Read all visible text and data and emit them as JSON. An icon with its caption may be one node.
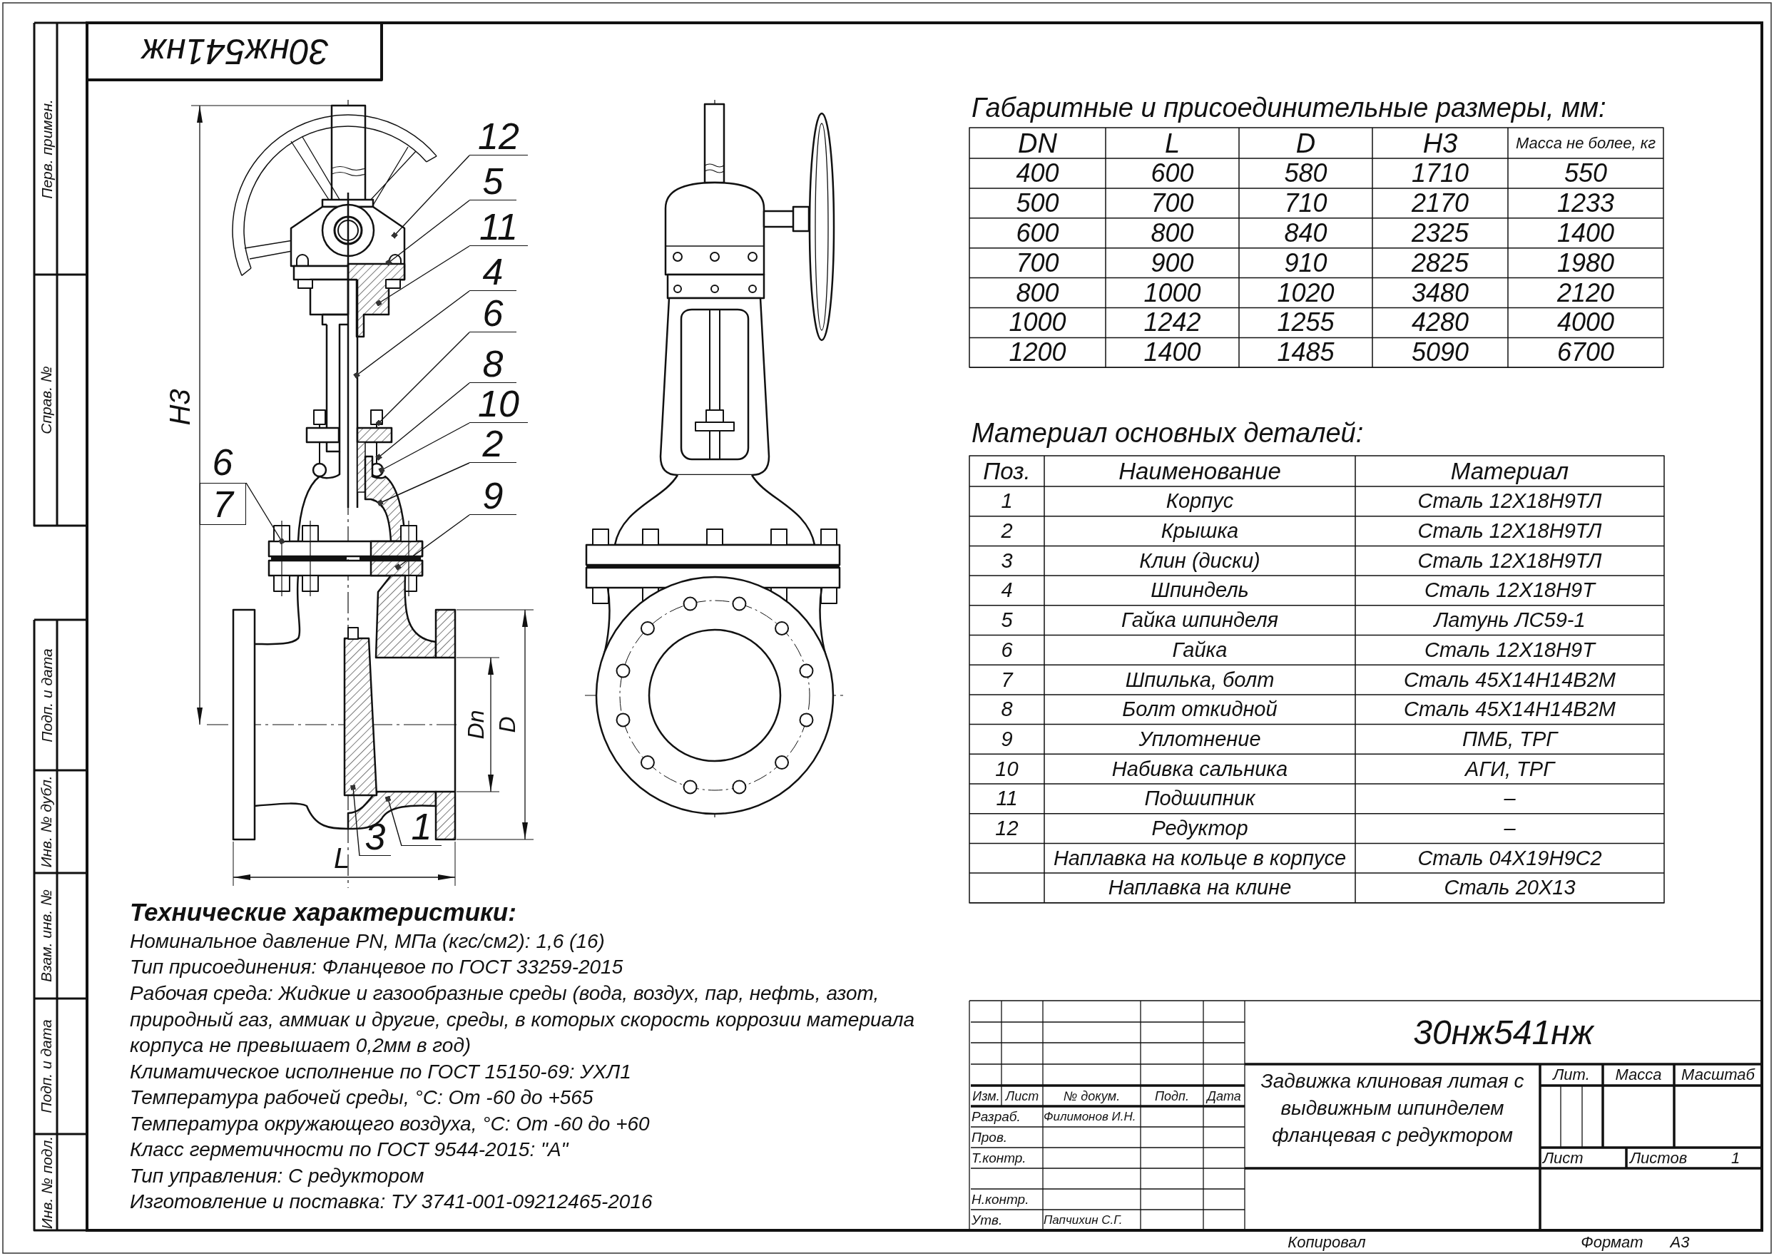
{
  "diagram": {
    "nodes": [
      {
        "text": [
          "12"
        ]
      },
      {
        "text": [
          "5"
        ]
      },
      {
        "text": [
          "11"
        ]
      },
      {
        "text": [
          "4"
        ]
      },
      {
        "text": [
          "6"
        ]
      },
      {
        "text": [
          "8"
        ]
      },
      {
        "text": [
          "10"
        ]
      },
      {
        "text": [
          "2"
        ]
      },
      {
        "text": [
          "9"
        ]
      },
      {
        "text": [
          "7"
        ]
      },
      {
        "text": [
          "3"
        ]
      },
      {
        "text": [
          "1"
        ]
      }
    ],
    "edges": [
      {
        "from": 0,
        "to": null,
        "arrow": "other"
      },
      {
        "from": 1,
        "to": null,
        "arrow": "other"
      },
      {
        "from": 2,
        "to": null,
        "arrow": "other"
      },
      {
        "from": 3,
        "to": null,
        "arrow": "other"
      },
      {
        "from": 4,
        "to": null,
        "arrow": "other"
      },
      {
        "from": 5,
        "to": null,
        "arrow": "other"
      },
      {
        "from": 6,
        "to": null,
        "arrow": "other"
      },
      {
        "from": 7,
        "to": null,
        "arrow": "other"
      },
      {
        "from": 8,
        "to": null,
        "arrow": "other"
      },
      {
        "from": 9,
        "to": null,
        "arrow": "other"
      },
      {
        "from": 10,
        "to": null,
        "arrow": "other"
      },
      {
        "from": 11,
        "to": null,
        "arrow": "other"
      }
    ],
    "labels": [
      "30нж541нж",
      "Перв. примен.",
      "Справ. №",
      "Подп. и дата",
      "Инв. № дубл.",
      "Взам. инв. №",
      "Подп. и дата",
      "Инв. № подл.",
      "Н3",
      "L",
      "Dn",
      "D",
      "Габаритные и присоединительные размеры, мм:",
      "DN",
      "L",
      "D",
      "Н3",
      "Масса не более, кг",
      "400",
      "600",
      "580",
      "1710",
      "550",
      "500",
      "700",
      "710",
      "2170",
      "1233",
      "600",
      "800",
      "840",
      "2325",
      "1400",
      "700",
      "900",
      "910",
      "2825",
      "1980",
      "800",
      "1000",
      "1020",
      "3480",
      "2120",
      "1000",
      "1242",
      "1255",
      "4280",
      "4000",
      "1200",
      "1400",
      "1485",
      "5090",
      "6700",
      "Материал основных деталей:",
      "Поз.",
      "Наименование",
      "Материал",
      "1",
      "Корпус",
      "Сталь 12Х18Н9ТЛ",
      "2",
      "Крышка",
      "Сталь 12Х18Н9ТЛ",
      "3",
      "Клин (диски)",
      "Сталь 12Х18Н9ТЛ",
      "4",
      "Шпиндель",
      "Сталь 12Х18Н9Т",
      "5",
      "Гайка шпинделя",
      "Латунь ЛС59-1",
      "6",
      "Гайка",
      "Сталь 12Х18Н9Т",
      "7",
      "Шпилька, болт",
      "Сталь 45Х14Н14В2М",
      "8",
      "Болт откидной",
      "Сталь 45Х14Н14В2М",
      "9",
      "Уплотнение",
      "ПМБ, ТРГ",
      "10",
      "Набивка сальника",
      "АГИ, ТРГ",
      "11",
      "Подшипник",
      "–",
      "12",
      "Редуктор",
      "–",
      "Наплавка на кольце в корпусе",
      "Сталь 04Х19Н9С2",
      "Наплавка на клине",
      "Сталь 20Х13",
      "Технические характеристики:",
      "Номинальное давление PN, МПа (кгс/см2): 1,6 (16)",
      "Тип присоединения: Фланцевое по ГОСТ 33259-2015",
      "Рабочая среда: Жидкие и газообразные среды (вода, воздух, пар, нефть, азот, природный газ, аммиак и другие, среды, в которых скорость коррозии материала корпуса не превышает 0,2мм в год)",
      "Климатическое исполнение по ГОСТ 15150-69: УХЛ1",
      "Температура рабочей среды, °С: От -60 до +565",
      "Температура окружающего воздуха, °С: От -60 до +60",
      "Класс герметичности по ГОСТ 9544-2015: \"А\"",
      "Тип управления: С редуктором",
      "Изготовление и поставка: ТУ 3741-001-09212465-2016",
      "30нж541нж",
      "Изм.",
      "Лист",
      "№ докум.",
      "Подп.",
      "Дата",
      "Разраб.",
      "Филимонов И.Н.",
      "Пров.",
      "Т.контр.",
      "Н.контр.",
      "Утв.",
      "Папчихин С.Г.",
      "Задвижка клиновая литая с выдвижным шпинделем фланцевая с редуктором",
      "Лит.",
      "Масса",
      "Масштаб",
      "Лист",
      "Листов",
      "1",
      "Копировал",
      "Формат",
      "А3",
      "6"
    ]
  }
}
